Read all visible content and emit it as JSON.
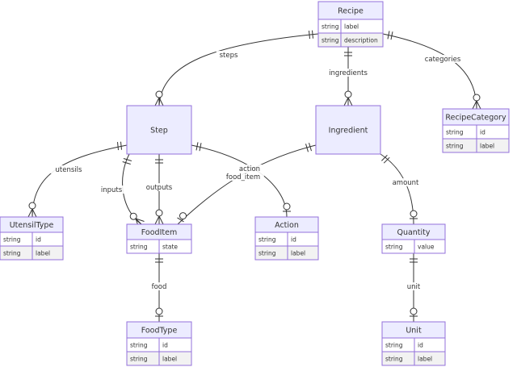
{
  "entities": {
    "recipe": {
      "title": "Recipe",
      "attrs": [
        {
          "type": "string",
          "name": "label"
        },
        {
          "type": "string",
          "name": "description"
        }
      ]
    },
    "step": {
      "title": "Step",
      "attrs": []
    },
    "ingredient": {
      "title": "Ingredient",
      "attrs": []
    },
    "recipe_category": {
      "title": "RecipeCategory",
      "attrs": [
        {
          "type": "string",
          "name": "id"
        },
        {
          "type": "string",
          "name": "label"
        }
      ]
    },
    "utensil_type": {
      "title": "UtensilType",
      "attrs": [
        {
          "type": "string",
          "name": "id"
        },
        {
          "type": "string",
          "name": "label"
        }
      ]
    },
    "food_item": {
      "title": "FoodItem",
      "attrs": [
        {
          "type": "string",
          "name": "state"
        }
      ]
    },
    "action": {
      "title": "Action",
      "attrs": [
        {
          "type": "string",
          "name": "id"
        },
        {
          "type": "string",
          "name": "label"
        }
      ]
    },
    "quantity": {
      "title": "Quantity",
      "attrs": [
        {
          "type": "string",
          "name": "value"
        }
      ]
    },
    "food_type": {
      "title": "FoodType",
      "attrs": [
        {
          "type": "string",
          "name": "id"
        },
        {
          "type": "string",
          "name": "label"
        }
      ]
    },
    "unit": {
      "title": "Unit",
      "attrs": [
        {
          "type": "string",
          "name": "id"
        },
        {
          "type": "string",
          "name": "label"
        }
      ]
    }
  },
  "relationships": {
    "steps": "steps",
    "ingredients": "ingredients",
    "categories": "categories",
    "utensils": "utensils",
    "inputs": "inputs",
    "outputs": "outputs",
    "action": "action",
    "food_item": "food_item",
    "amount": "amount",
    "food": "food",
    "unit": "unit"
  },
  "colors": {
    "entity_header": "#ececff",
    "entity_border": "#9370db",
    "row_alt": "#f2f2f2",
    "line": "#333333"
  }
}
